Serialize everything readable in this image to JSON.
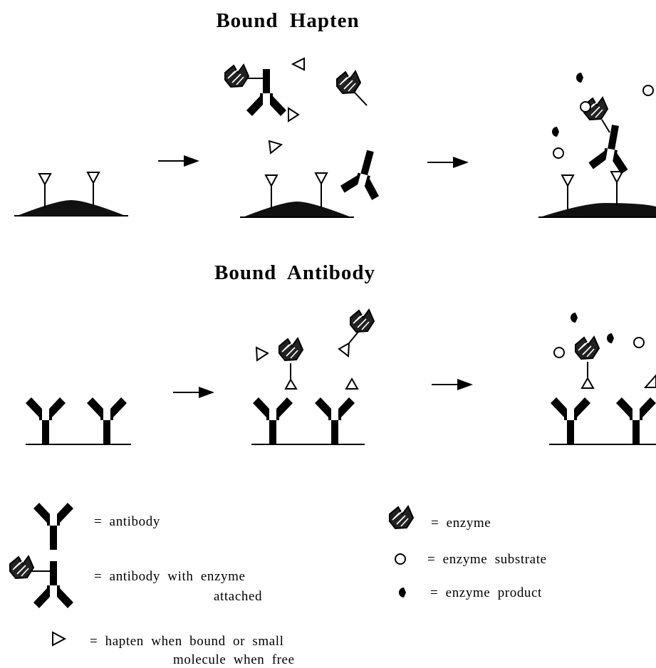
{
  "titles": {
    "bound_hapten": "Bound Hapten",
    "bound_antibody": "Bound Antibody"
  },
  "legend": {
    "antibody": "= antibody",
    "antibody_with_enzyme_line1": "= antibody with enzyme",
    "antibody_with_enzyme_line2": "attached",
    "hapten_line1": "= hapten when bound or small",
    "hapten_line2": "molecule when free",
    "enzyme": "= enzyme",
    "enzyme_substrate": "= enzyme substrate",
    "enzyme_product": "= enzyme product"
  },
  "icons": {
    "antibody": "antibody-y-icon",
    "enzyme": "enzyme-icon",
    "hapten": "hapten-triangle-icon",
    "substrate": "open-circle-icon",
    "product": "filled-half-circle-icon",
    "arrow": "right-arrow-icon"
  },
  "colors": {
    "ink": "#000000",
    "background": "#ffffff"
  }
}
